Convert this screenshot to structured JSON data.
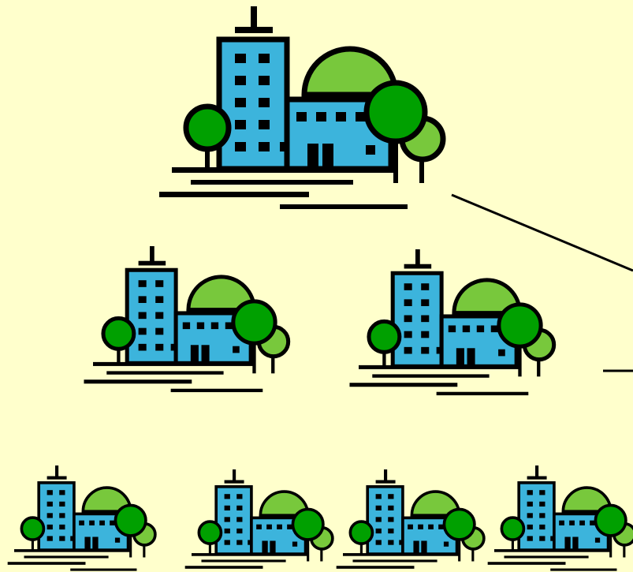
{
  "background_color": "#ffffcc",
  "colors": {
    "building": "#3cb4dc",
    "outline": "#000000",
    "tree_dark": "#00a000",
    "tree_light": "#78c83c"
  },
  "clipart": {
    "icon": "office-building-with-trees-icon",
    "count": 7,
    "tiers": [
      {
        "name": "top",
        "count": 1
      },
      {
        "name": "middle",
        "count": 2
      },
      {
        "name": "bottom",
        "count": 4
      }
    ]
  },
  "connectors": {
    "count": 2
  }
}
